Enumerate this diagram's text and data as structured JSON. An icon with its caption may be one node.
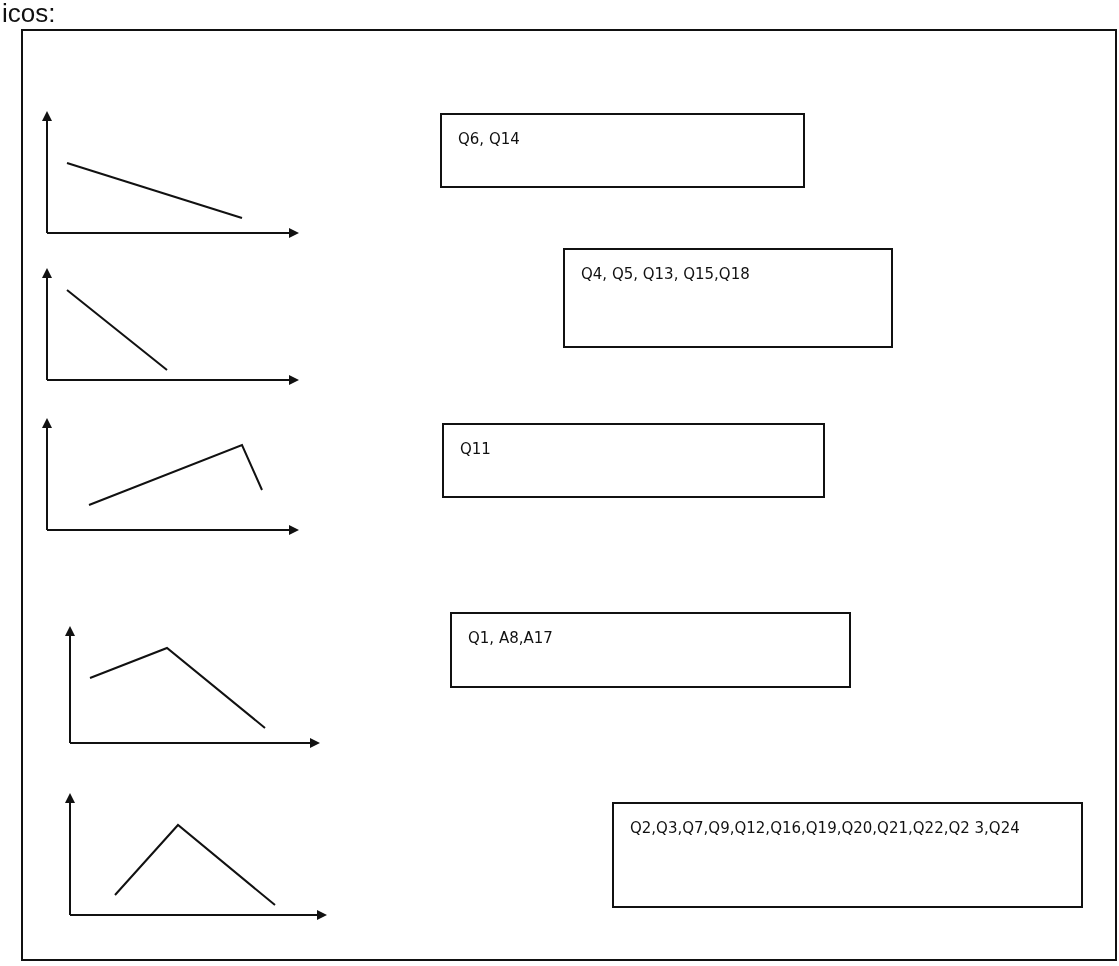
{
  "diagram": {
    "nodes": [
      {
        "text": [
          "Q6, Q14"
        ]
      },
      {
        "text": [
          "Q4, Q5, Q13, Q15,Q18"
        ]
      },
      {
        "text": [
          "Q11"
        ]
      },
      {
        "text": [
          "Q1, A8,A17"
        ]
      },
      {
        "text": [
          "Q2,Q3,Q7,Q9,Q12,Q16,Q19,Q20,Q21,Q22,Q2 3,Q24"
        ]
      }
    ],
    "edges": [],
    "labels": [
      "icos:"
    ]
  }
}
